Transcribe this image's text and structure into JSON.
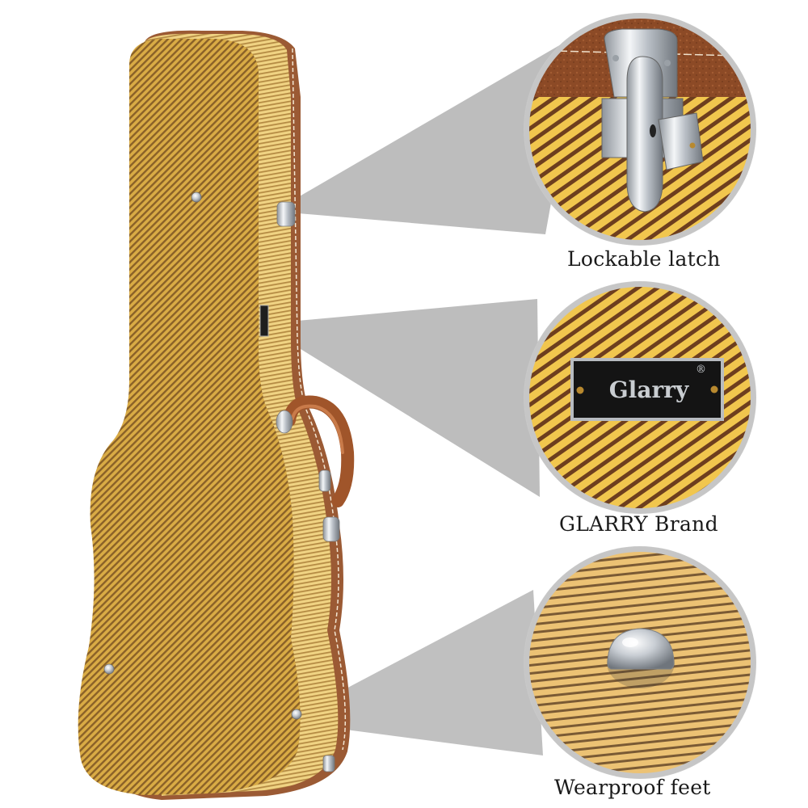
{
  "product": {
    "brand": "Glarry",
    "registered_mark": "®",
    "colors": {
      "tweed_light": "#e8c25a",
      "tweed_dark": "#6e4a22",
      "leather_trim": "#9b5a34",
      "stitching": "#f3e6d2",
      "callout_beam": "#bdbdbd",
      "chrome": "#d9dde2",
      "plate_black": "#141414"
    }
  },
  "callouts": [
    {
      "id": "latch",
      "label": "Lockable latch",
      "icon": "latch-icon"
    },
    {
      "id": "brand",
      "label": "GLARRY Brand",
      "icon": "brand-plate-icon",
      "plate_text": "Glarry"
    },
    {
      "id": "feet",
      "label": "Wearproof feet",
      "icon": "rivet-foot-icon"
    }
  ]
}
